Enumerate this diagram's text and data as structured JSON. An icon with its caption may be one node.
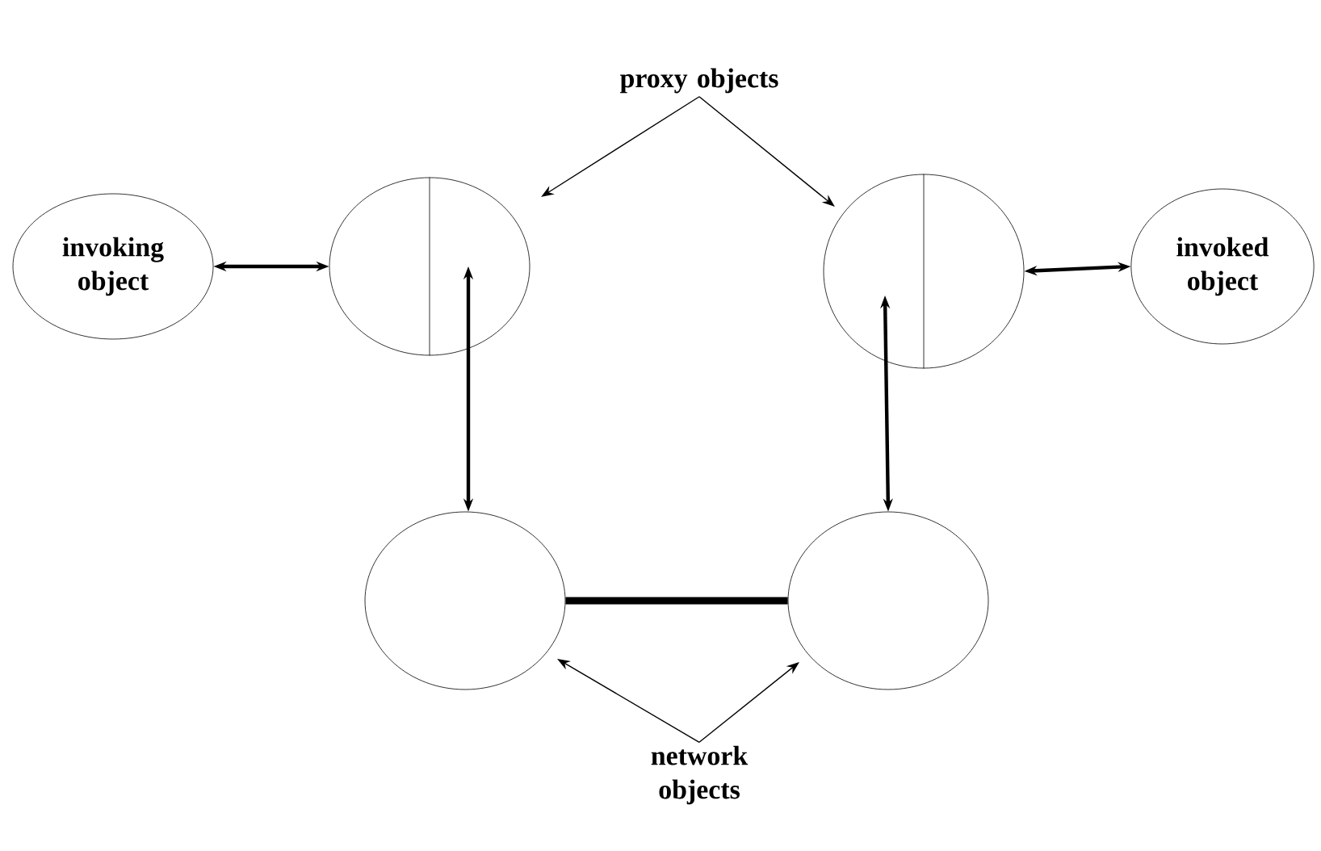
{
  "diagram": {
    "nodes": [
      {
        "text": [
          "invoking object"
        ]
      },
      {
        "text": [],
        "shape": "circle"
      },
      {
        "text": [],
        "shape": "circle"
      },
      {
        "text": [
          "invoked object"
        ]
      },
      {
        "text": [],
        "shape": "circle"
      },
      {
        "text": [],
        "shape": "circle"
      },
      {
        "text": [
          "proxy objects"
        ]
      },
      {
        "text": [
          "network objects"
        ]
      }
    ],
    "edges": [
      {
        "from": 0,
        "to": 1,
        "arrow": "both"
      },
      {
        "from": 1,
        "to": 4,
        "arrow": "both"
      },
      {
        "from": 2,
        "to": 3,
        "arrow": "both"
      },
      {
        "from": 2,
        "to": 5,
        "arrow": "both"
      },
      {
        "from": 4,
        "to": 5,
        "arrow": "none",
        "style": "thick"
      },
      {
        "from": 6,
        "to": 1,
        "arrow": "to"
      },
      {
        "from": 6,
        "to": 2,
        "arrow": "to"
      },
      {
        "from": 7,
        "to": 4,
        "arrow": "to"
      },
      {
        "from": 7,
        "to": 5,
        "arrow": "to"
      }
    ]
  }
}
